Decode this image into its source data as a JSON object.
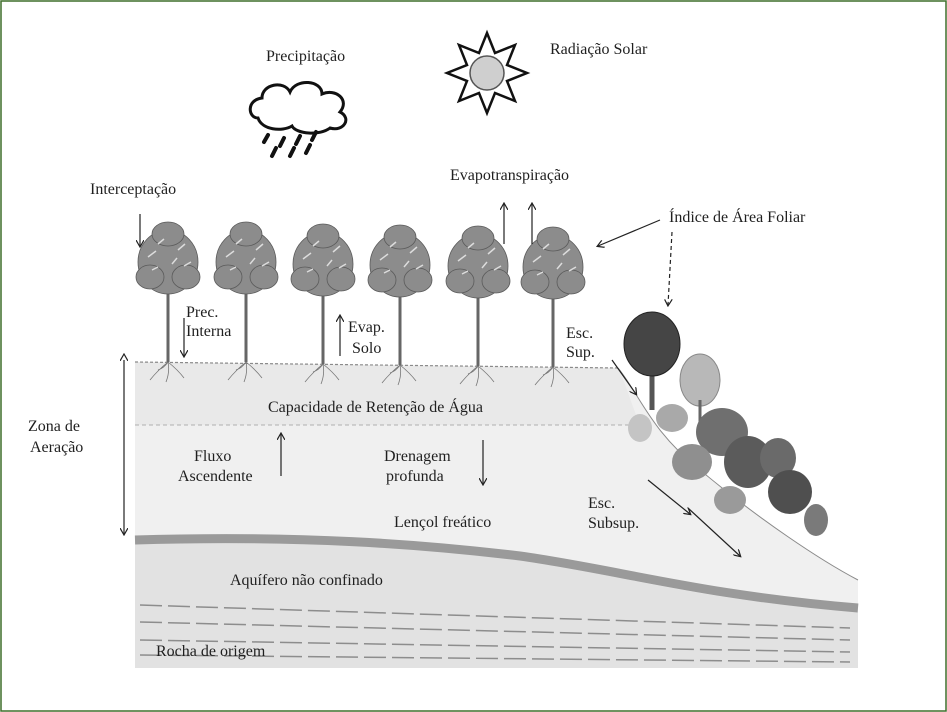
{
  "colors": {
    "frame_border": "#3f6f2a",
    "ground_shade": "#e6e6e6",
    "text": "#1f1f1f",
    "foliage": "#8a8a8a",
    "trunk": "#5c5c5c"
  },
  "labels": {
    "precipitacao": "Precipitação",
    "radiacao_solar": "Radiação Solar",
    "interceptacao": "Interceptação",
    "evapotranspiracao": "Evapotranspiração",
    "indice_area_foliar": "Índice de Área Foliar",
    "prec_interna_1": "Prec.",
    "prec_interna_2": "Interna",
    "evap_solo_1": "Evap.",
    "evap_solo_2": "Solo",
    "esc_sup_1": "Esc.",
    "esc_sup_2": "Sup.",
    "zona_aeracao_1": "Zona de",
    "zona_aeracao_2": "Aeração",
    "capacidade_retencao": "Capacidade de Retenção de Água",
    "fluxo_ascendente_1": "Fluxo",
    "fluxo_ascendente_2": "Ascendente",
    "drenagem_profunda_1": "Drenagem",
    "drenagem_profunda_2": "profunda",
    "lencol_freatico": "Lençol freático",
    "esc_subsup_1": "Esc.",
    "esc_subsup_2": "Subsup.",
    "aquifero": "Aquífero não confinado",
    "rocha_origem": "Rocha de origem"
  },
  "icons": [
    "rain-cloud-icon",
    "sun-icon",
    "tree-icon",
    "arrow-icon"
  ]
}
